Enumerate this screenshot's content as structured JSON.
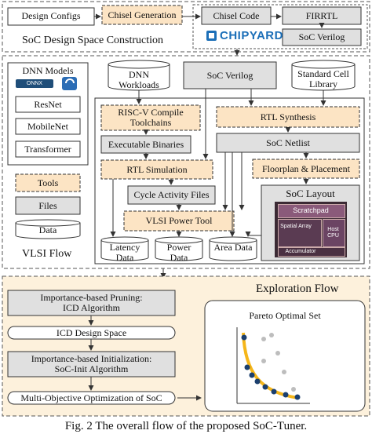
{
  "top_section": {
    "design_configs": "Design Configs",
    "chisel_generation": "Chisel Generation",
    "chisel_code": "Chisel Code",
    "firrtl": "FIRRTL",
    "soc_verilog": "SoC Verilog",
    "chipyard_logo": "CHIPYARD",
    "title": "SoC Design Space Construction"
  },
  "vlsi_section": {
    "dnn_models": "DNN Models",
    "onnx_logo": "ONNX",
    "models": [
      "ResNet",
      "MobileNet",
      "Transformer"
    ],
    "dnn_workloads": "DNN Workloads",
    "soc_verilog": "SoC Verilog",
    "standard_cell_library": "Standard Cell Library",
    "riscv_toolchains": "RISC-V Compile Toolchains",
    "executable_binaries": "Executable Binaries",
    "rtl_simulation": "RTL Simulation",
    "cycle_activity_files": "Cycle Activity Files",
    "vlsi_power_tool": "VLSI Power Tool",
    "latency_data": "Latency Data",
    "power_data": "Power Data",
    "area_data": "Area Data",
    "rtl_synthesis": "RTL Synthesis",
    "soc_netlist": "SoC Netlist",
    "floorplan_placement": "Floorplan & Placement",
    "soc_layout": "SoC Layout",
    "layout_blocks": {
      "scratchpad": "Scratchpad",
      "spatial_array": "Spatial Array",
      "host_cpu": "Host CPU",
      "accumulator": "Accumulator"
    },
    "legend": {
      "tools": "Tools",
      "files": "Files",
      "data": "Data"
    },
    "title": "VLSI Flow"
  },
  "exploration_section": {
    "title": "Exploration Flow",
    "pruning": "Importance-based Pruning: ICD Algorithm",
    "icd_design_space": "ICD Design Space",
    "initialization": "Importance-based Initialization: SoC-Init Algorithm",
    "mo_optimization": "Multi-Objective Optimization of SoC",
    "pareto_title": "Pareto Optimal Set"
  },
  "caption": "Fig. 2 The overall flow of the proposed SoC-Tuner.",
  "colors": {
    "tool_fill": "#fce4c4",
    "file_fill": "#e0e0e0",
    "exploration_bg": "#fdf1dc",
    "pareto_curve": "#f5b61a",
    "pareto_points": "#1b3f6e",
    "dominated_points": "#bdbdbd"
  }
}
